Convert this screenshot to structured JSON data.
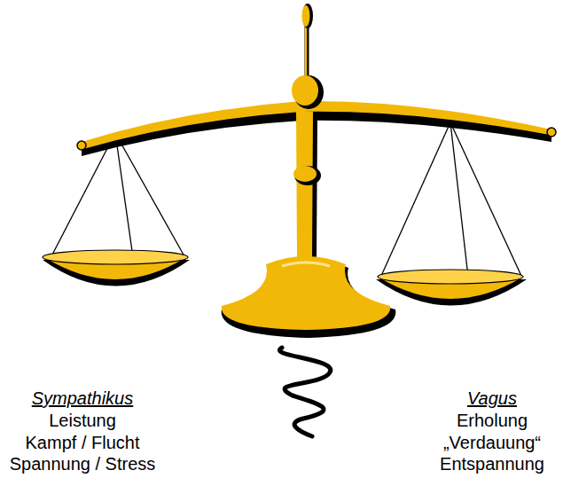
{
  "diagram": {
    "labels": [
      "Sympathikus",
      "Leistung",
      "Kampf / Flucht",
      "Spannung / Stress",
      "Vagus",
      "Erholung",
      "„Verdauung“",
      "Entspannung"
    ]
  }
}
